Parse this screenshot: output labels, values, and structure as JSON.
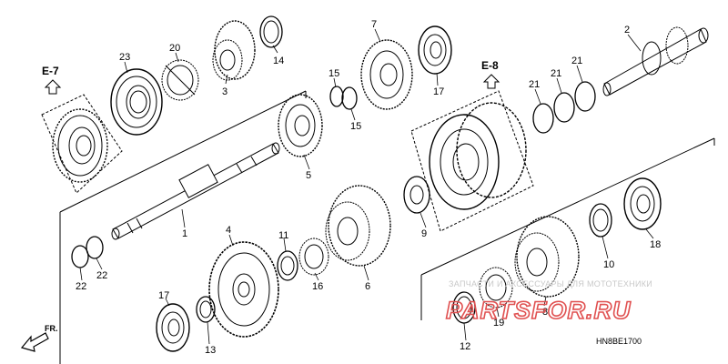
{
  "diagram": {
    "refs": {
      "e7": "E-7",
      "e8": "E-8"
    },
    "direction_label": "FR.",
    "code": "HN8BE1700",
    "watermark": {
      "line1": "ЗАПЧАСТИ И АКСЕССУАРЫ ДЛЯ МОТОТЕХНИКИ",
      "logo": "PARTSFOR.RU"
    },
    "callouts": [
      "23",
      "20",
      "3",
      "14",
      "7",
      "17",
      "2",
      "15",
      "15",
      "21",
      "21",
      "21",
      "5",
      "1",
      "22",
      "22",
      "4",
      "11",
      "16",
      "6",
      "9",
      "10",
      "18",
      "12",
      "19",
      "8",
      "17",
      "13"
    ]
  }
}
